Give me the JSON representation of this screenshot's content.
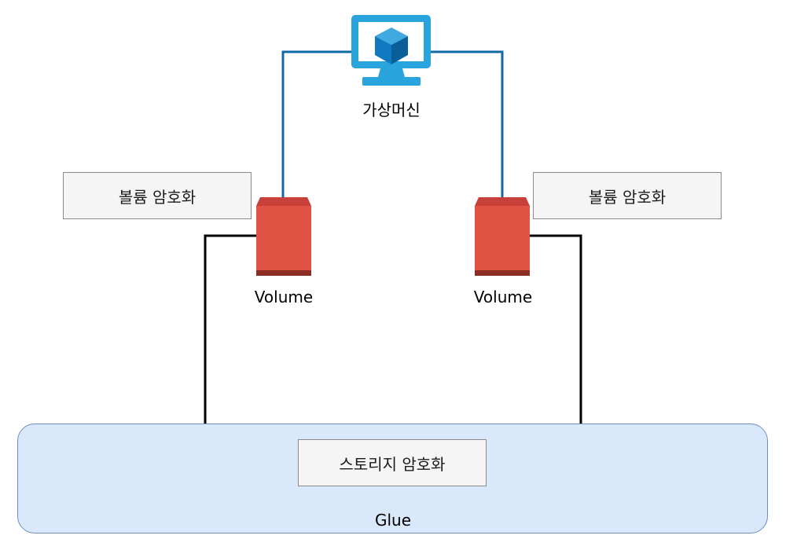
{
  "vm": {
    "label": "가상머신",
    "icon": "virtual-machine-monitor-icon",
    "colors": {
      "frame": "#29a4dd",
      "screen": "#ffffff",
      "cube": "#0f7ac1",
      "link": "#0f6aa6"
    }
  },
  "volumes": [
    {
      "label": "Volume",
      "encryption_label": "볼륨 암호화",
      "icon": "storage-volume-icon"
    },
    {
      "label": "Volume",
      "encryption_label": "볼륨 암호화",
      "icon": "storage-volume-icon"
    }
  ],
  "glue": {
    "label": "Glue",
    "encryption_label": "스토리지 암호화",
    "colors": {
      "fill": "#dae8fc",
      "border": "#6c8ebf"
    }
  },
  "colors": {
    "volume_body": "#e05243",
    "volume_top": "#c7403a",
    "volume_bottom": "#8b2d23",
    "black_link": "#000000",
    "label_fill": "#f5f5f5",
    "label_border": "#8a8a8a"
  }
}
